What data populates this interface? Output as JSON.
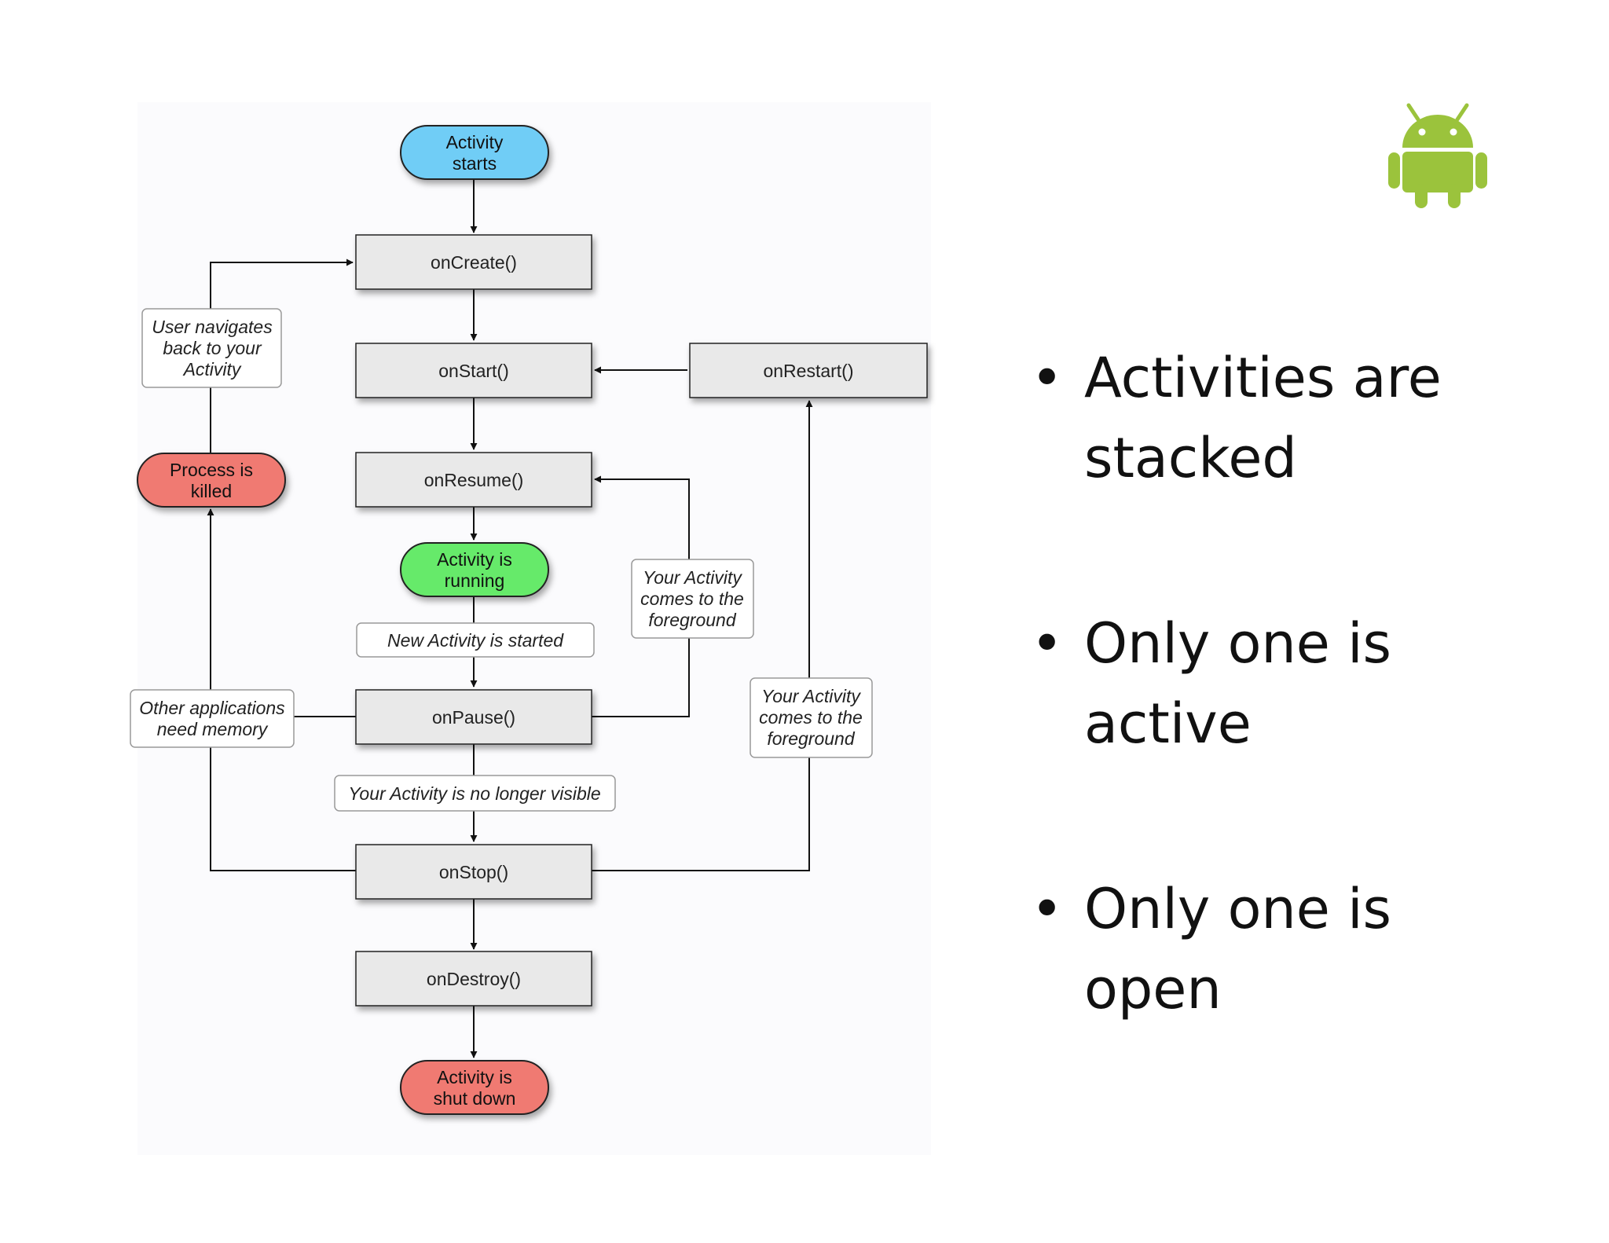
{
  "diagram": {
    "terminals": {
      "start": [
        "Activity",
        "starts"
      ],
      "running": [
        "Activity is",
        "running"
      ],
      "killed": [
        "Process is",
        "killed"
      ],
      "shutdown": [
        "Activity is",
        "shut down"
      ]
    },
    "methods": {
      "oncreate": "onCreate()",
      "onstart": "onStart()",
      "onrestart": "onRestart()",
      "onresume": "onResume()",
      "onpause": "onPause()",
      "onstop": "onStop()",
      "ondestroy": "onDestroy()"
    },
    "notes": {
      "user_navigates": [
        "User navigates",
        "back to your",
        "Activity"
      ],
      "foreground_resume": [
        "Your Activity",
        "comes to the",
        "foreground"
      ],
      "foreground_restart": [
        "Your Activity",
        "comes to the",
        "foreground"
      ],
      "other_apps": [
        "Other applications",
        "need memory"
      ],
      "new_activity": "New Activity is started",
      "no_longer_visible": "Your Activity is no longer visible"
    },
    "colors": {
      "start": "#6fcdf6",
      "running": "#66ea6a",
      "terminal_red": "#f07a72",
      "method_box": "#e9e9e9"
    }
  },
  "bullets": [
    {
      "line1": "Activities are",
      "line2": "stacked"
    },
    {
      "line1": "Only one is",
      "line2": "active"
    },
    {
      "line1": "Only one is",
      "line2": "open"
    }
  ],
  "logo": {
    "icon": "android-robot-icon",
    "color": "#9bc33c"
  }
}
